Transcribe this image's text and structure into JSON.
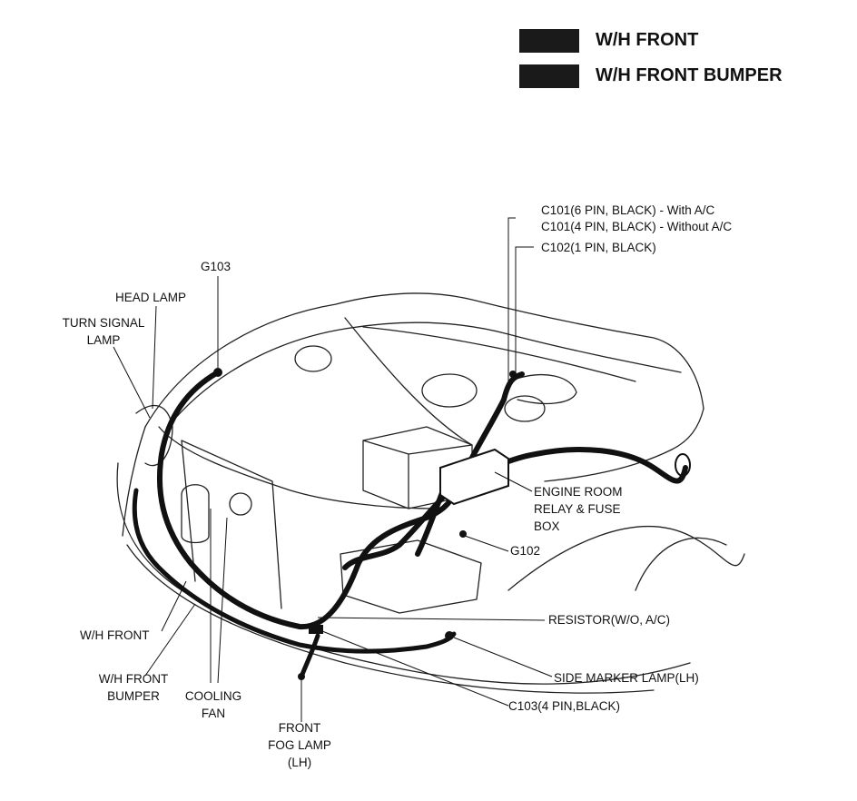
{
  "legend": [
    {
      "label": "W/H FRONT",
      "color": "#1a1a1a"
    },
    {
      "label": "W/H FRONT BUMPER",
      "color": "#1a1a1a"
    }
  ],
  "labels": {
    "c101_6pin": "C101(6 PIN, BLACK) - With A/C",
    "c101_4pin": "C101(4 PIN, BLACK) - Without A/C",
    "c102": "C102(1 PIN, BLACK)",
    "g103": "G103",
    "head_lamp": "HEAD LAMP",
    "turn_signal_1": "TURN SIGNAL",
    "turn_signal_2": "LAMP",
    "engine_box_1": "ENGINE ROOM",
    "engine_box_2": "RELAY & FUSE",
    "engine_box_3": "BOX",
    "g102": "G102",
    "resistor": "RESISTOR(W/O, A/C)",
    "wh_front": "W/H FRONT",
    "wh_bumper_1": "W/H FRONT",
    "wh_bumper_2": "BUMPER",
    "cooling_1": "COOLING",
    "cooling_2": "FAN",
    "side_marker": "SIDE MARKER LAMP(LH)",
    "c103": "C103(4 PIN,BLACK)",
    "fog_1": "FRONT",
    "fog_2": "FOG LAMP",
    "fog_3": "(LH)"
  }
}
